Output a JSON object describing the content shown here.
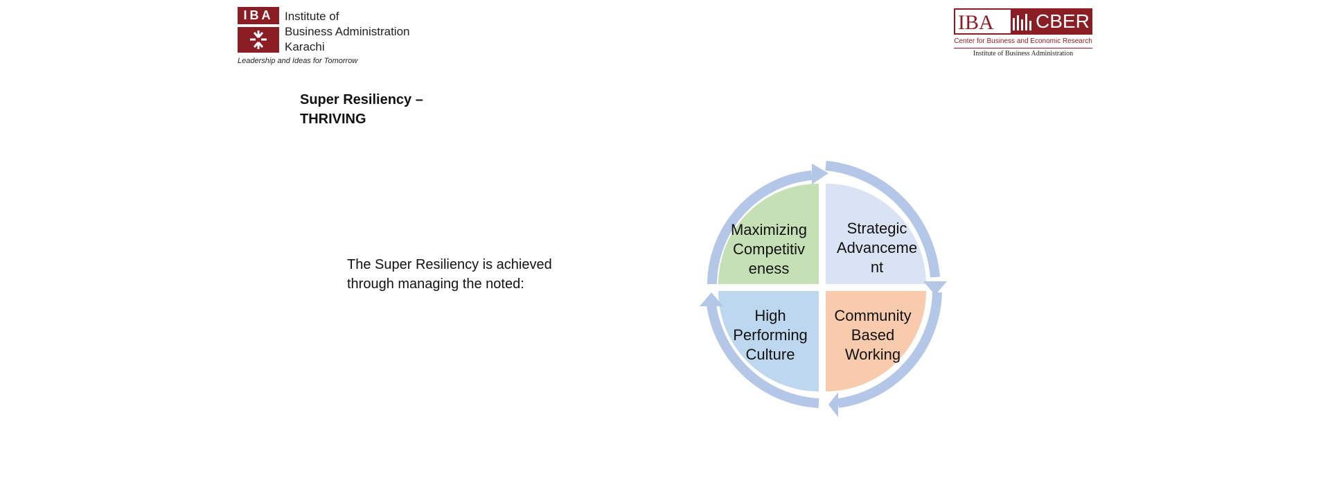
{
  "logos": {
    "left": {
      "abbr": "IBA",
      "lines": [
        "Institute of",
        "Business Administration",
        "Karachi"
      ],
      "tagline": "Leadership and Ideas for Tomorrow"
    },
    "right": {
      "abbr": "IBA",
      "name": "CBER",
      "subtitle": "Center for Business and Economic Research",
      "subtitle2": "Institute of Business Administration"
    }
  },
  "title": {
    "line1": "Super Resiliency –",
    "line2": "THRIVING"
  },
  "body": {
    "line1": "The Super Resiliency is achieved",
    "line2": "through managing the noted:"
  },
  "diagram": {
    "quadrants": [
      {
        "id": "top-left",
        "lines": [
          "Maximizing",
          "Competitiv",
          "eness"
        ],
        "color": "#c5e0b4"
      },
      {
        "id": "top-right",
        "lines": [
          "Strategic",
          "Advanceme",
          "nt"
        ],
        "color": "#dae3f3"
      },
      {
        "id": "bottom-left",
        "lines": [
          "High",
          "Performing",
          "Culture"
        ],
        "color": "#bdd7ee"
      },
      {
        "id": "bottom-right",
        "lines": [
          "Community",
          "Based",
          "Working"
        ],
        "color": "#f8cbad"
      }
    ],
    "ring_color": "#b4c7e7",
    "brand_color": "#8b1d24"
  }
}
